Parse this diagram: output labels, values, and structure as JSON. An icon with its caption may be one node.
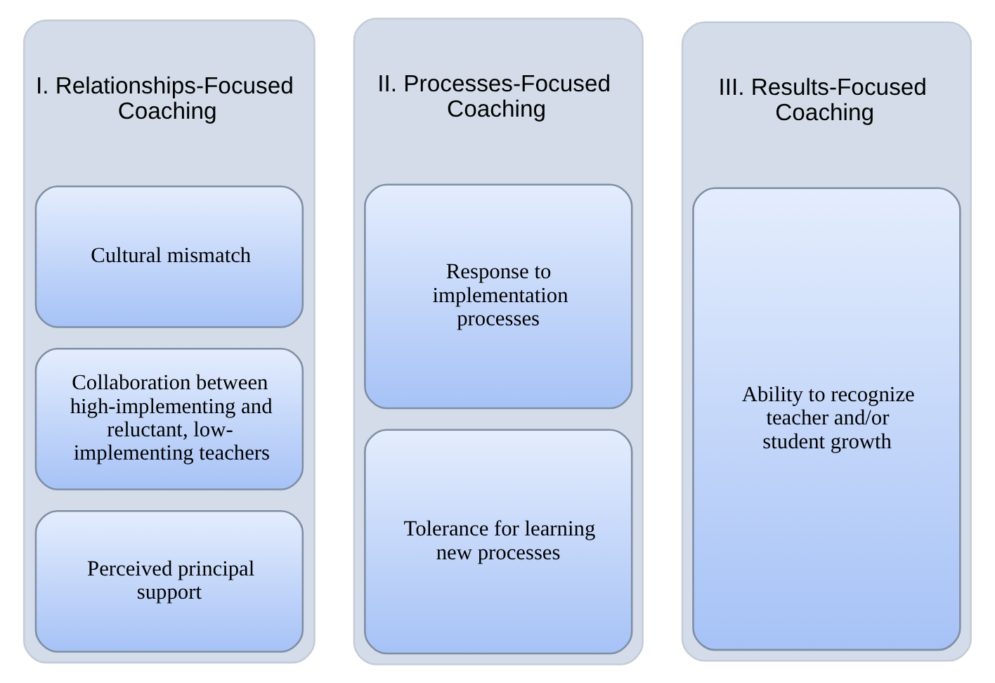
{
  "diagram": {
    "nodes": [
      {
        "text": [
          "I. Relationships-Focused Coaching"
        ]
      },
      {
        "text": [
          "Cultural mismatch"
        ],
        "in": 0
      },
      {
        "text": [
          "Collaboration between high-implementing and reluctant, low-implementing teachers"
        ],
        "in": 0
      },
      {
        "text": [
          "Perceived principal support"
        ],
        "in": 0
      },
      {
        "text": [
          "II. Processes-Focused Coaching"
        ]
      },
      {
        "text": [
          "Response to implementation processes"
        ],
        "in": 4
      },
      {
        "text": [
          "Tolerance for learning new processes"
        ],
        "in": 4
      },
      {
        "text": [
          "III. Results-Focused Coaching"
        ]
      },
      {
        "text": [
          "Ability to recognize teacher and/or student growth"
        ],
        "in": 7
      }
    ]
  }
}
